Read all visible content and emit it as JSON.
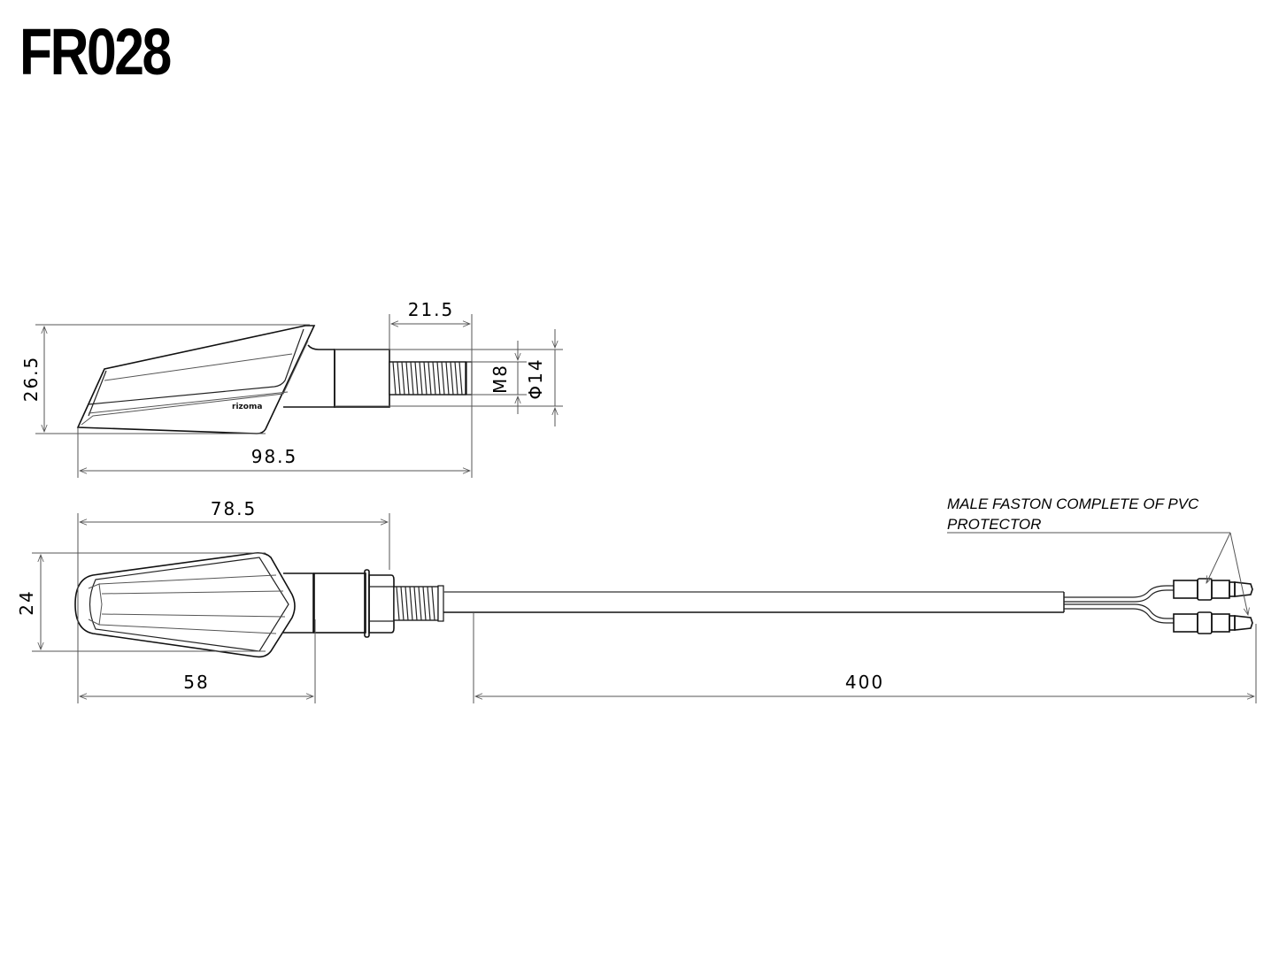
{
  "title": "FR028",
  "side_view": {
    "height_label": "26.5",
    "total_length_label": "98.5",
    "thread_length_label": "21.5",
    "thread_size_label": "M8",
    "diameter_label": "Φ14",
    "logo_text": "rizoma"
  },
  "top_view": {
    "length_to_washer_label": "78.5",
    "width_label": "24",
    "lens_length_label": "58",
    "cable_length_label": "400"
  },
  "annotation": {
    "line1": "MALE FASTON COMPLETE OF PVC",
    "line2": "PROTECTOR"
  },
  "colors": {
    "line": "#111111",
    "dimension_line": "#555555",
    "background": "#ffffff"
  }
}
